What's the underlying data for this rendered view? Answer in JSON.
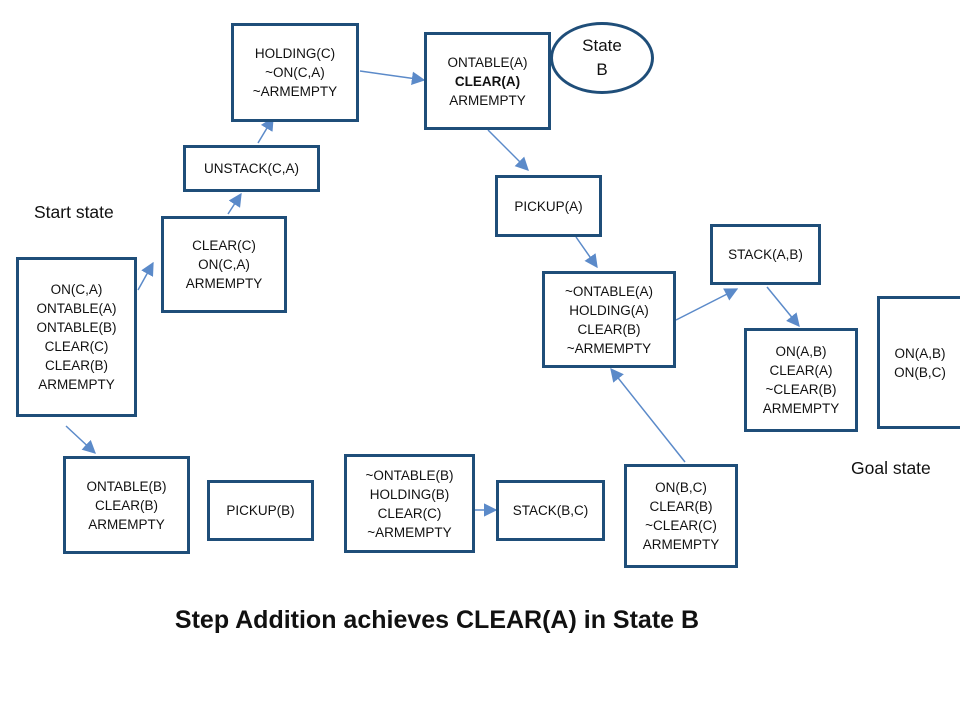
{
  "nodes": {
    "start": {
      "lines": [
        "ON(C,A)",
        "ONTABLE(A)",
        "ONTABLE(B)",
        "CLEAR(C)",
        "CLEAR(B)",
        "ARMEMPTY"
      ]
    },
    "clear_c": {
      "lines": [
        "CLEAR(C)",
        "ON(C,A)",
        "ARMEMPTY"
      ]
    },
    "unstack": {
      "lines": [
        "UNSTACK(C,A)"
      ]
    },
    "holding_c": {
      "lines": [
        "HOLDING(C)",
        "~ON(C,A)",
        "~ARMEMPTY"
      ]
    },
    "state_b_box": {
      "lines": [
        "ONTABLE(A)",
        "CLEAR(A)",
        "ARMEMPTY"
      ]
    },
    "pickup_a": {
      "lines": [
        "PICKUP(A)"
      ]
    },
    "holding_a": {
      "lines": [
        "~ONTABLE(A)",
        "HOLDING(A)",
        "CLEAR(B)",
        "~ARMEMPTY"
      ]
    },
    "stack_ab": {
      "lines": [
        "STACK(A,B)"
      ]
    },
    "on_ab": {
      "lines": [
        "ON(A,B)",
        "CLEAR(A)",
        "~CLEAR(B)",
        "ARMEMPTY"
      ]
    },
    "goal": {
      "lines": [
        "ON(A,B)",
        "ON(B,C)"
      ]
    },
    "ontable_b": {
      "lines": [
        "ONTABLE(B)",
        "CLEAR(B)",
        "ARMEMPTY"
      ]
    },
    "pickup_b": {
      "lines": [
        "PICKUP(B)"
      ]
    },
    "holding_b": {
      "lines": [
        "~ONTABLE(B)",
        "HOLDING(B)",
        "CLEAR(C)",
        "~ARMEMPTY"
      ]
    },
    "stack_bc": {
      "lines": [
        "STACK(B,C)"
      ]
    },
    "on_bc": {
      "lines": [
        "ON(B,C)",
        "CLEAR(B)",
        "~CLEAR(C)",
        "ARMEMPTY"
      ]
    }
  },
  "state_b_label": [
    "State",
    "B"
  ],
  "labels": {
    "start_state": "Start state",
    "goal_state": "Goal state"
  },
  "caption": "Step Addition achieves CLEAR(A) in State B",
  "colors": {
    "box_border": "#1f4e79",
    "arrow": "#5b8ac9"
  }
}
